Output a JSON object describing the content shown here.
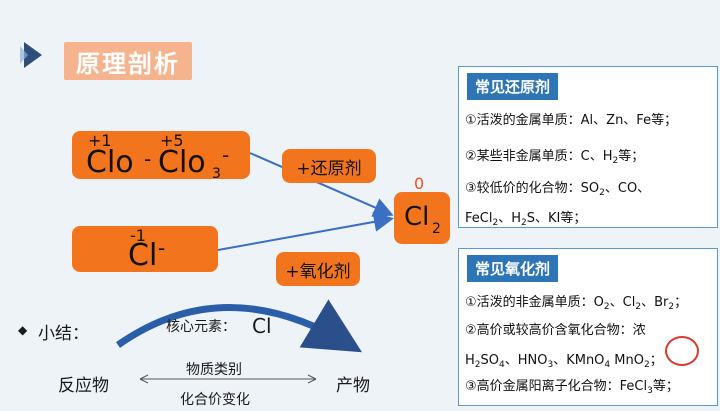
{
  "header": {
    "title": "原理剖析"
  },
  "left": {
    "box1": {
      "ox1": "+1",
      "sym1": "Clo",
      "sup1": "-",
      "ox2": "+5",
      "sym2": "Clo",
      "sub2": "3",
      "sup2": "-"
    },
    "box2": {
      "ox": "-1",
      "sym": "Cl",
      "sup": "-"
    },
    "product": {
      "ox": "0",
      "sym": "Cl",
      "sub": "2"
    },
    "reducer_label": "+还原剂",
    "oxidizer_label": "+氧化剂"
  },
  "summary": {
    "bullet": "◆",
    "label": "小结：",
    "core_label": "核心元素：",
    "core_value": "Cl",
    "reactant": "反应物",
    "product": "产物",
    "link1": "物质类别",
    "link2": "化合价变化"
  },
  "panel1": {
    "title": "常见还原剂",
    "l1": "①活泼的金属单质：Al、Zn、Fe等；",
    "l2a": "②某些非金属单质：C、H",
    "l2s": "2",
    "l2b": "等；",
    "l3a": "③较低价的化合物：SO",
    "l3s": "2",
    "l3b": "、CO、",
    "l4a": "FeCl",
    "l4s1": "2",
    "l4b": "、H",
    "l4s2": "2",
    "l4c": "S、KI等；"
  },
  "panel2": {
    "title": "常见氧化剂",
    "l1a": "①活泼的非金属单质：O",
    "l1s1": "2",
    "l1b": "、Cl",
    "l1s2": "2",
    "l1c": "、Br",
    "l1s3": "2",
    "l1d": "；",
    "l2": "②高价或较高价含氧化合物：浓",
    "l3a": "H",
    "l3s1": "2",
    "l3b": "SO",
    "l3s2": "4",
    "l3c": "、HNO",
    "l3s3": "3",
    "l3d": "、KMnO",
    "l3s4": "4",
    "l3e": " MnO",
    "l3s5": "2",
    "l3f": "；",
    "l4a": "③高价金属阳离子化合物：FeCl",
    "l4s": "3",
    "l4b": "等；"
  },
  "colors": {
    "orange": "#f2751e",
    "title_bg": "#f5b48d",
    "panel_blue": "#2e75b6",
    "arrow": "#3a6fc4"
  }
}
